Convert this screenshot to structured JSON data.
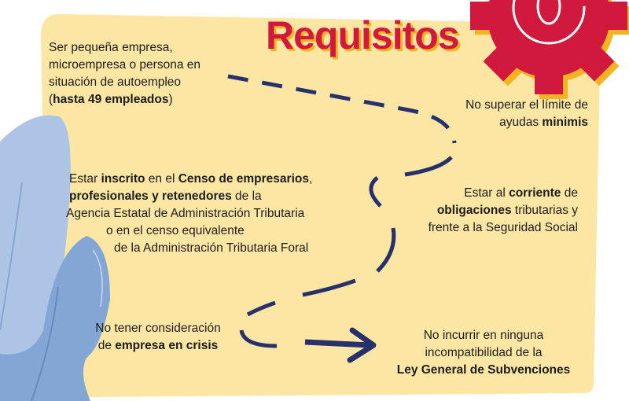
{
  "title": "Requisitos",
  "colors": {
    "card": "#FCE6A4",
    "accent": "#D0193C",
    "shadow": "#F5B321",
    "path": "#27306B",
    "leaf_light": "#AEC4E4",
    "leaf_dark": "#84A6D4"
  },
  "req1": {
    "l1": "Ser pequeña empresa,",
    "l2": "microempresa o persona en",
    "l3": "situación de autoempleo",
    "l4_open": "(",
    "l4_bold": "hasta 49 empleados",
    "l4_close": ")"
  },
  "req2": {
    "l1": "No superar el límite de",
    "l2_a": "ayudas ",
    "l2_bold": "minimis"
  },
  "req3": {
    "l1_a": "Estar ",
    "l1_b1": "inscrito",
    "l1_c": " en el ",
    "l1_b2": "Censo de empresarios",
    "l1_d": ",",
    "l2_b": "profesionales y retenedores",
    "l2_c": " de la",
    "l3": "Agencia Estatal de Administración Tributaria",
    "l4": "o en el censo equivalente",
    "l5": "de la Administración Tributaria Foral"
  },
  "req4": {
    "l1_a": "Estar al ",
    "l1_b": "corriente",
    "l1_c": " de",
    "l2_b": "obligaciones",
    "l2_c": " tributarias y",
    "l3": "frente a la Seguridad Social"
  },
  "req5": {
    "l1": "No tener consideración",
    "l2_a": "de ",
    "l2_b": "empresa en crisis"
  },
  "req6": {
    "l1": "No incurrir en ninguna",
    "l2": "incompatibilidad de la",
    "l3_b": "Ley General de Subvenciones"
  }
}
